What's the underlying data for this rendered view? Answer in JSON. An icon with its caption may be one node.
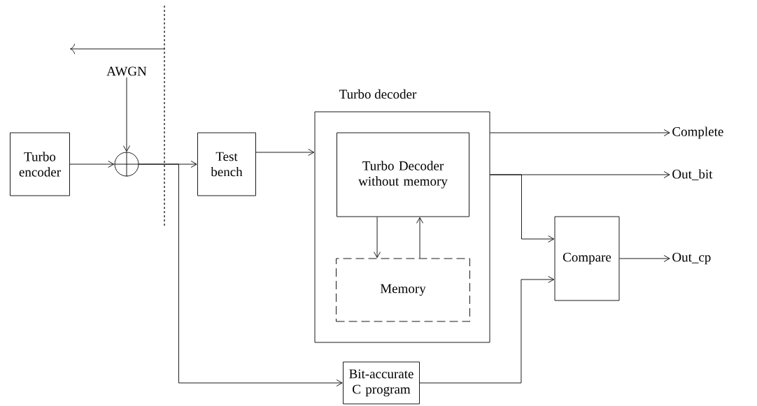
{
  "diagram": {
    "nodes": [
      {
        "text": [
          "Turbo encoder"
        ]
      },
      {
        "text": [],
        "shape": "circle"
      },
      {
        "text": [
          "AWGN"
        ]
      },
      {
        "text": [
          "Test bench"
        ]
      },
      {
        "text": [
          "Turbo decoder"
        ]
      },
      {
        "text": [
          "Turbo Decoder without memory"
        ],
        "in": 4
      },
      {
        "text": [
          "Memory"
        ],
        "in": 4
      },
      {
        "text": [
          "Complete"
        ]
      },
      {
        "text": [
          "Out_bit"
        ]
      },
      {
        "text": [
          "Compare"
        ]
      },
      {
        "text": [
          "Out_cp"
        ]
      },
      {
        "text": [
          "Bit-accurate C program"
        ]
      }
    ],
    "edges": [
      {
        "from": 0,
        "to": 1,
        "arrow": "to"
      },
      {
        "from": 2,
        "to": 1,
        "arrow": "to"
      },
      {
        "from": 1,
        "to": 3,
        "arrow": "to"
      },
      {
        "from": 1,
        "to": 11,
        "arrow": "to"
      },
      {
        "from": 3,
        "to": 4,
        "arrow": "to"
      },
      {
        "from": 4,
        "to": 7,
        "arrow": "to"
      },
      {
        "from": 4,
        "to": 8,
        "arrow": "to"
      },
      {
        "from": 4,
        "to": 9,
        "arrow": "to"
      },
      {
        "from": 11,
        "to": 9,
        "arrow": "to"
      },
      {
        "from": 9,
        "to": 10,
        "arrow": "to"
      },
      {
        "from": 5,
        "to": 6,
        "arrow": "to"
      },
      {
        "from": 6,
        "to": 5,
        "arrow": "to"
      }
    ]
  }
}
